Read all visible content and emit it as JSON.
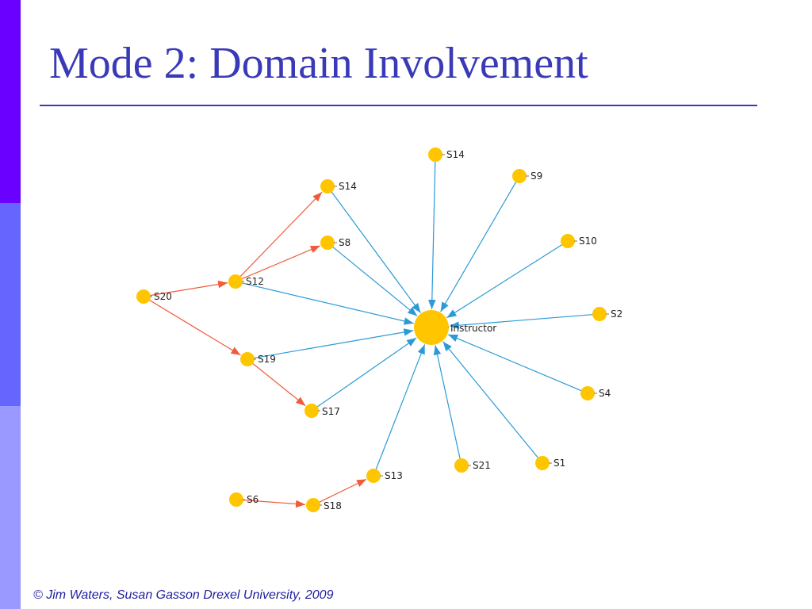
{
  "slide": {
    "title": "Mode 2: Domain Involvement",
    "footer_symbol": "©",
    "footer": "Jim Waters, Susan Gasson Drexel University, 2009"
  },
  "colors": {
    "title": "#3a3ab8",
    "rule": "#3a3ab8",
    "bar_top": "#6a00ff",
    "bar_mid": "#6666ff",
    "bar_bottom": "#9999ff",
    "node": "#ffc600",
    "edge_to_instructor": "#2b9ad6",
    "edge_peer": "#f15a3a",
    "footer": "#1f1fa0"
  },
  "network": {
    "nodes": [
      {
        "id": "Instructor",
        "label": "Instructor",
        "role": "hub"
      },
      {
        "id": "S14a",
        "label": "S14"
      },
      {
        "id": "S14b",
        "label": "S14"
      },
      {
        "id": "S9",
        "label": "S9"
      },
      {
        "id": "S10",
        "label": "S10"
      },
      {
        "id": "S8",
        "label": "S8"
      },
      {
        "id": "S12",
        "label": "S12"
      },
      {
        "id": "S20",
        "label": "S20"
      },
      {
        "id": "S2",
        "label": "S2"
      },
      {
        "id": "S19",
        "label": "S19"
      },
      {
        "id": "S4",
        "label": "S4"
      },
      {
        "id": "S17",
        "label": "S17"
      },
      {
        "id": "S1",
        "label": "S1"
      },
      {
        "id": "S21",
        "label": "S21"
      },
      {
        "id": "S13",
        "label": "S13"
      },
      {
        "id": "S6",
        "label": "S6"
      },
      {
        "id": "S18",
        "label": "S18"
      }
    ],
    "edges": [
      {
        "from": "S14a",
        "to": "Instructor",
        "kind": "to_instructor"
      },
      {
        "from": "S14b",
        "to": "Instructor",
        "kind": "to_instructor"
      },
      {
        "from": "S9",
        "to": "Instructor",
        "kind": "to_instructor"
      },
      {
        "from": "S10",
        "to": "Instructor",
        "kind": "to_instructor"
      },
      {
        "from": "S8",
        "to": "Instructor",
        "kind": "to_instructor"
      },
      {
        "from": "S12",
        "to": "Instructor",
        "kind": "to_instructor"
      },
      {
        "from": "S2",
        "to": "Instructor",
        "kind": "to_instructor"
      },
      {
        "from": "S19",
        "to": "Instructor",
        "kind": "to_instructor"
      },
      {
        "from": "S4",
        "to": "Instructor",
        "kind": "to_instructor"
      },
      {
        "from": "S17",
        "to": "Instructor",
        "kind": "to_instructor"
      },
      {
        "from": "S1",
        "to": "Instructor",
        "kind": "to_instructor"
      },
      {
        "from": "S21",
        "to": "Instructor",
        "kind": "to_instructor"
      },
      {
        "from": "S13",
        "to": "Instructor",
        "kind": "to_instructor"
      },
      {
        "from": "S20",
        "to": "S12",
        "kind": "peer"
      },
      {
        "from": "S20",
        "to": "S19",
        "kind": "peer"
      },
      {
        "from": "S12",
        "to": "S14b",
        "kind": "peer"
      },
      {
        "from": "S12",
        "to": "S8",
        "kind": "peer"
      },
      {
        "from": "S19",
        "to": "S17",
        "kind": "peer"
      },
      {
        "from": "S6",
        "to": "S18",
        "kind": "peer"
      },
      {
        "from": "S18",
        "to": "S13",
        "kind": "peer"
      }
    ]
  }
}
